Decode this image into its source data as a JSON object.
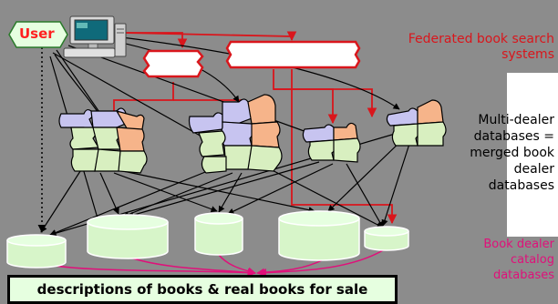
{
  "user": {
    "label": "User"
  },
  "labels": {
    "federated": "Federated book search systems",
    "multi_dealer": "Multi-dealer databases = merged book dealer databases",
    "book_dealer": "Book dealer catalog databases"
  },
  "caption": "descriptions of books & real books for sale",
  "colors": {
    "background": "#8c8c8c",
    "federated_red": "#d9161c",
    "dealer_magenta": "#e0107a",
    "db_fill": "#d7f5c9",
    "caption_fill": "#e6ffe0"
  }
}
